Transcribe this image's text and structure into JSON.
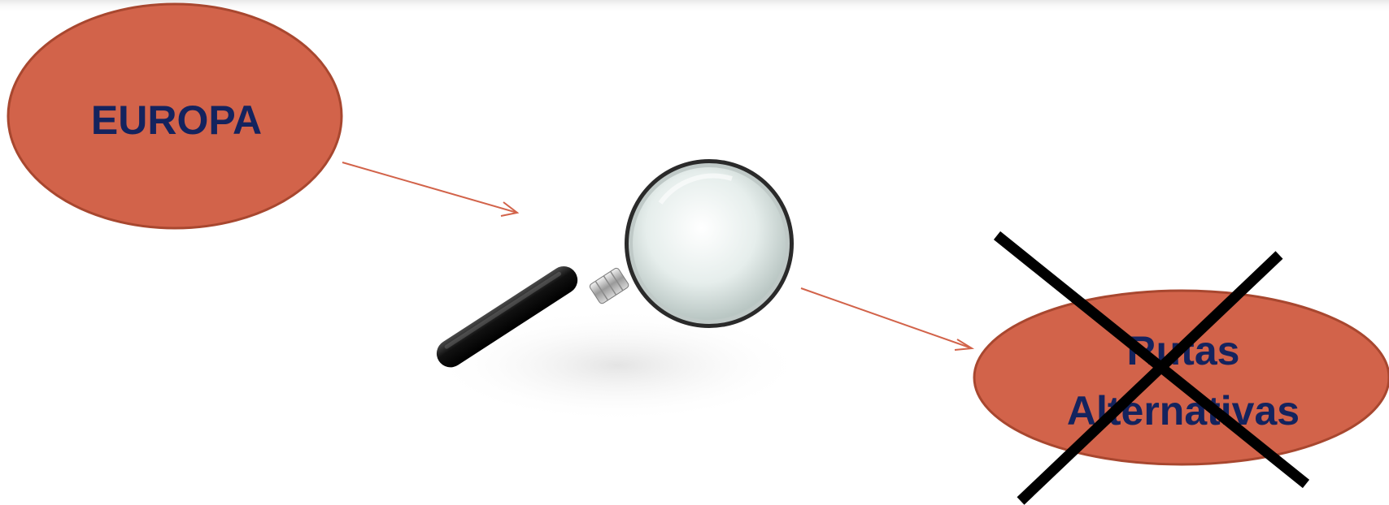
{
  "diagram": {
    "nodes": {
      "europa": {
        "label": "EUROPA"
      },
      "rutas": {
        "line1": "Rutas",
        "line2": "Alternativas",
        "crossed_out": true
      }
    },
    "colors": {
      "node_fill": "#d2634a",
      "node_stroke": "#a8472f",
      "label_text": "#14235e",
      "arrow": "#d2634a",
      "cross": "#000000"
    },
    "icons": [
      "magnifying-glass-icon",
      "cross-out-icon"
    ]
  }
}
